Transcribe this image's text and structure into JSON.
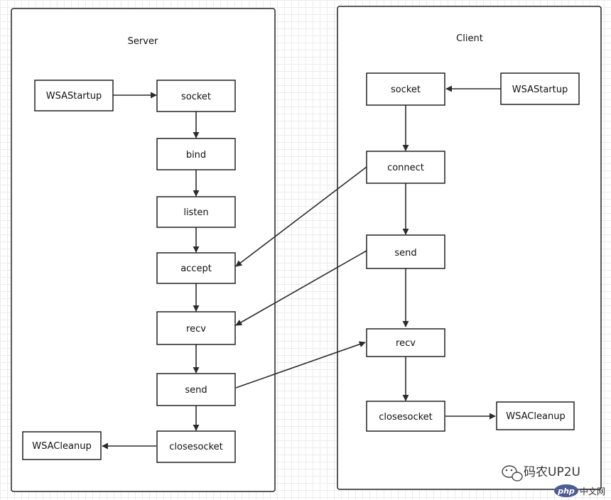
{
  "server": {
    "title": "Server",
    "nodes": {
      "wsastartup": "WSAStartup",
      "socket": "socket",
      "bind": "bind",
      "listen": "listen",
      "accept": "accept",
      "recv": "recv",
      "send": "send",
      "closesocket": "closesocket",
      "wsacleanup": "WSACleanup"
    }
  },
  "client": {
    "title": "Client",
    "nodes": {
      "wsastartup": "WSAStartup",
      "socket": "socket",
      "connect": "connect",
      "send": "send",
      "recv": "recv",
      "closesocket": "closesocket",
      "wsacleanup": "WSACleanup"
    }
  },
  "edges": [
    {
      "from": "server.wsastartup",
      "to": "server.socket"
    },
    {
      "from": "server.socket",
      "to": "server.bind"
    },
    {
      "from": "server.bind",
      "to": "server.listen"
    },
    {
      "from": "server.listen",
      "to": "server.accept"
    },
    {
      "from": "server.accept",
      "to": "server.recv"
    },
    {
      "from": "server.recv",
      "to": "server.send"
    },
    {
      "from": "server.send",
      "to": "server.closesocket"
    },
    {
      "from": "server.closesocket",
      "to": "server.wsacleanup"
    },
    {
      "from": "client.wsastartup",
      "to": "client.socket"
    },
    {
      "from": "client.socket",
      "to": "client.connect"
    },
    {
      "from": "client.connect",
      "to": "client.send"
    },
    {
      "from": "client.send",
      "to": "client.recv"
    },
    {
      "from": "client.recv",
      "to": "client.closesocket"
    },
    {
      "from": "client.closesocket",
      "to": "client.wsacleanup"
    },
    {
      "from": "client.connect",
      "to": "server.accept"
    },
    {
      "from": "client.send",
      "to": "server.recv"
    },
    {
      "from": "server.send",
      "to": "client.recv"
    }
  ],
  "watermark": {
    "account": "码农UP2U",
    "badge": "php",
    "site": "中文网"
  }
}
